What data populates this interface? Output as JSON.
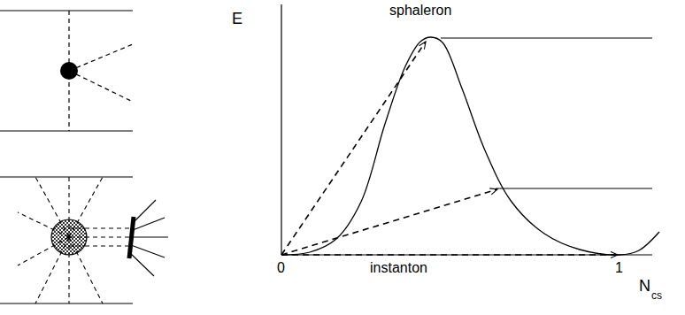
{
  "diagram": {
    "labels": [
      "E",
      "sphaleron",
      "instanton",
      "0",
      "1",
      "N",
      "cs"
    ]
  }
}
